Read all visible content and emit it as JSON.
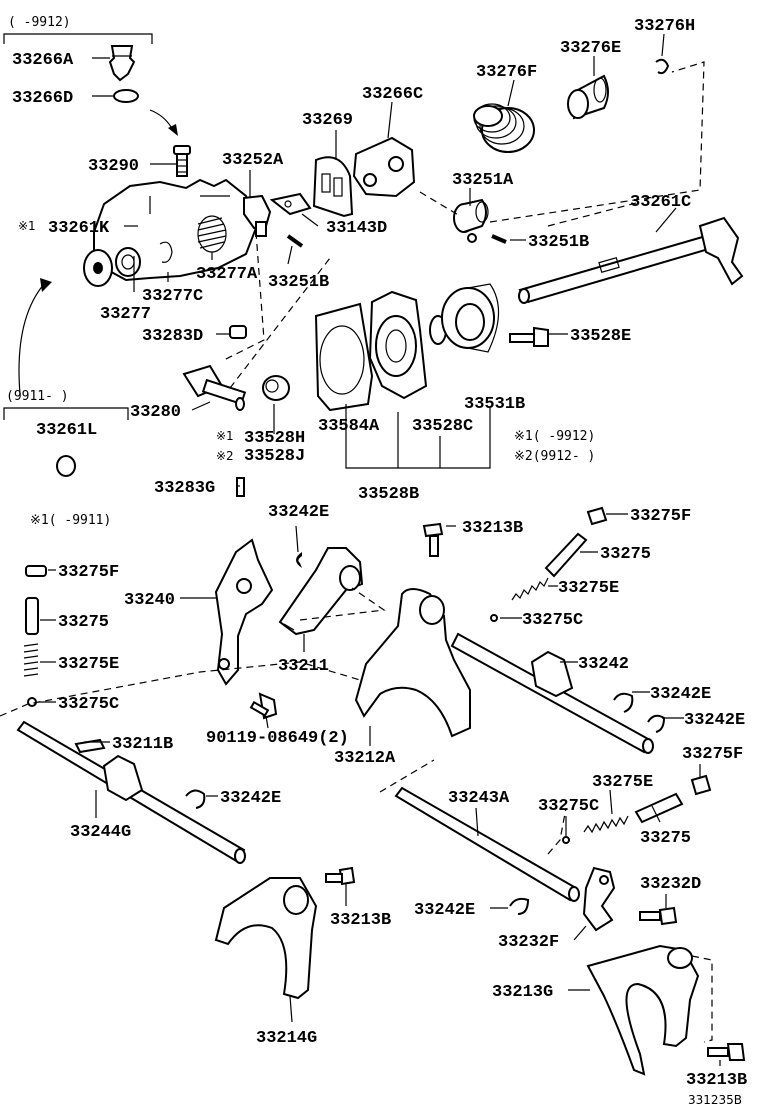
{
  "labels": {
    "p33266A": "33266A",
    "p33266D": "33266D",
    "p33290": "33290",
    "p33261K": "33261K",
    "p33277": "33277",
    "p33277C": "33277C",
    "p33277A": "33277A",
    "p33252A": "33252A",
    "p33269": "33269",
    "p33266C": "33266C",
    "p33143D": "33143D",
    "p33251B_a": "33251B",
    "p33276F": "33276F",
    "p33276E": "33276E",
    "p33276H": "33276H",
    "p33251A": "33251A",
    "p33251B_b": "33251B",
    "p33261C": "33261C",
    "p33283D": "33283D",
    "p33528E": "33528E",
    "p33280": "33280",
    "p33528H": "33528H",
    "p33528J": "33528J",
    "p33584A": "33584A",
    "p33528C": "33528C",
    "p33531B": "33531B",
    "p33261L": "33261L",
    "p33283G": "33283G",
    "p33528B": "33528B",
    "p33242E_a": "33242E",
    "p33213B_a": "33213B",
    "p33275F_a": "33275F",
    "p33275_a": "33275",
    "p33275E_a": "33275E",
    "p33275C_a": "33275C",
    "p33240": "33240",
    "p33211": "33211",
    "p33275F_b": "33275F",
    "p33275_b": "33275",
    "p33275E_b": "33275E",
    "p33275C_b": "33275C",
    "p90119": "90119-08649(2)",
    "p33212A": "33212A",
    "p33242": "33242",
    "p33242E_b": "33242E",
    "p33242E_c": "33242E",
    "p33211B": "33211B",
    "p33242E_d": "33242E",
    "p33244G": "33244G",
    "p33243A": "33243A",
    "p33275F_c": "33275F",
    "p33275E_c": "33275E",
    "p33275C_c": "33275C",
    "p33275_c": "33275",
    "p33213B_b": "33213B",
    "p33242E_e": "33242E",
    "p33232D": "33232D",
    "p33232F": "33232F",
    "p33213G": "33213G",
    "p33214G": "33214G",
    "p33213B_c": "33213B"
  },
  "notes": {
    "top_date": "(    -9912)",
    "mark1_33261K": "※1",
    "left_date": "(9911-     )",
    "mark1_33528H": "※1",
    "mark2_33528J": "※2",
    "note1": "※1(     -9912)",
    "note2": "※2(9912-     )",
    "note3": "※1(     -9911)",
    "figure_code": "331235B"
  }
}
